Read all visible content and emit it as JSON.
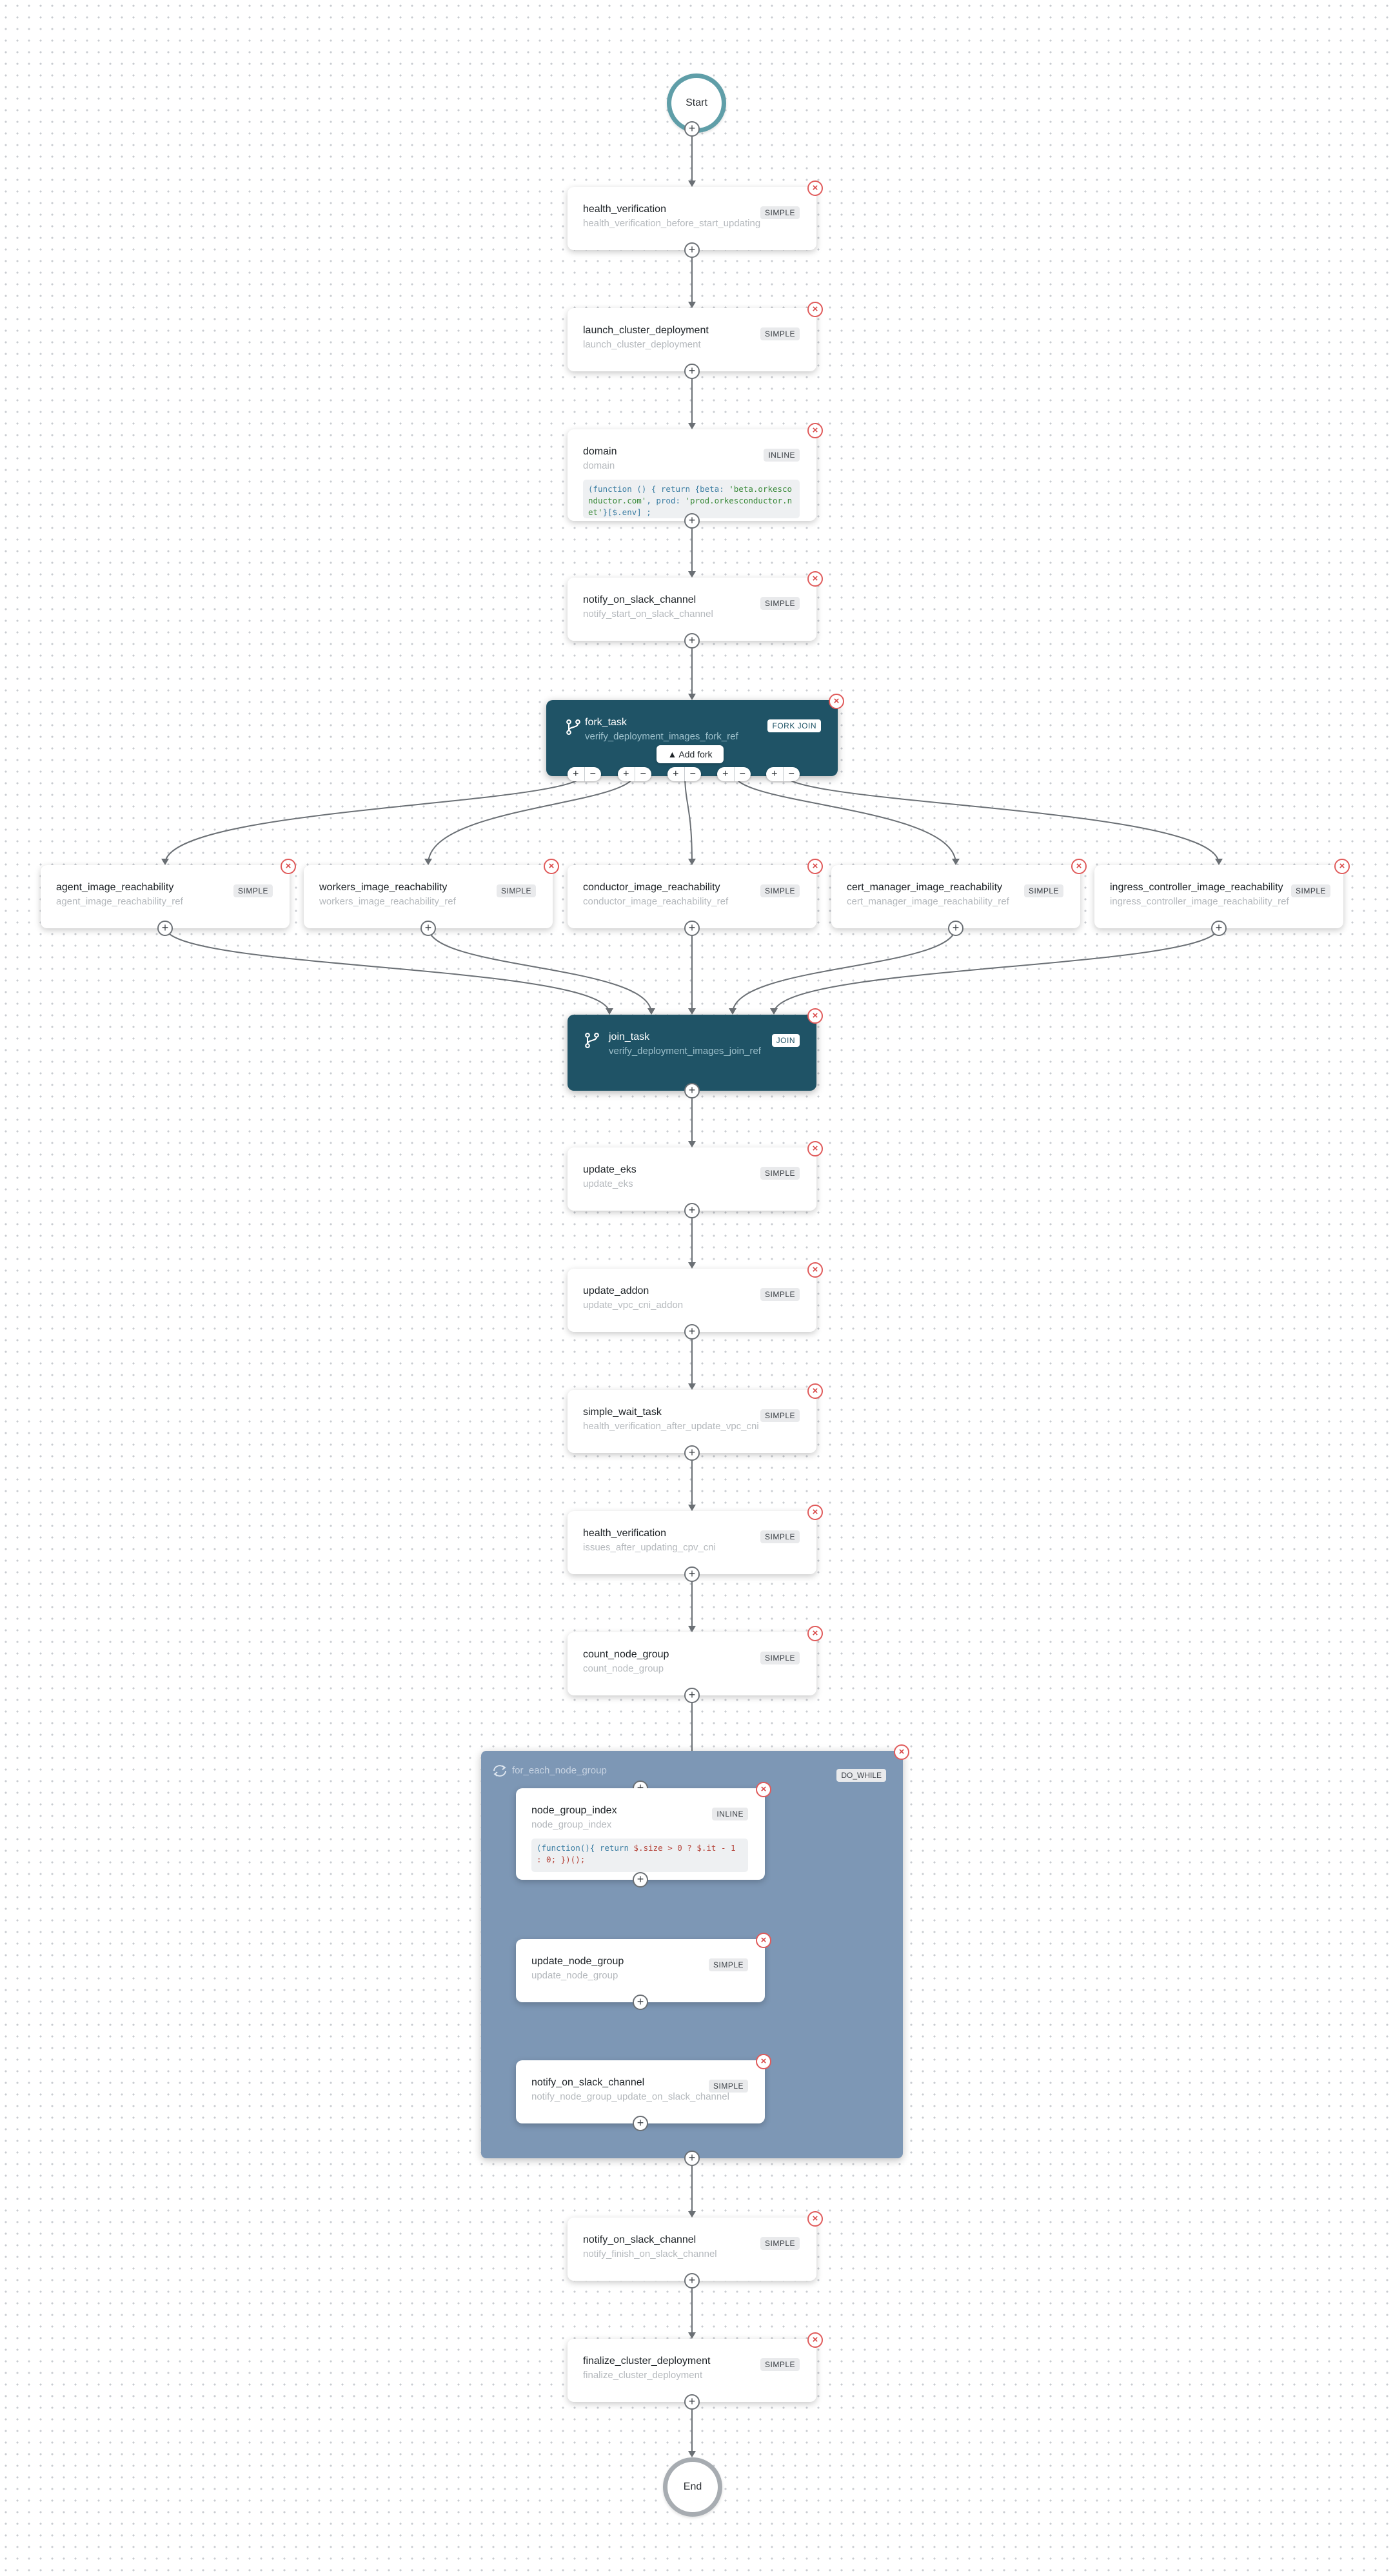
{
  "start_label": "Start",
  "end_label": "End",
  "tasks": {
    "health1": {
      "name": "health_verification",
      "ref": "health_verification_before_start_updating",
      "type": "SIMPLE"
    },
    "launch": {
      "name": "launch_cluster_deployment",
      "ref": "launch_cluster_deployment",
      "type": "SIMPLE"
    },
    "domain": {
      "name": "domain",
      "ref": "domain",
      "type": "INLINE",
      "code_1": "(function () { return {beta: ",
      "code_2": "'beta.orkesconductor.com'",
      "code_3": ", prod: ",
      "code_4": "'prod.orkesconductor.net'",
      "code_5": "}[$.env] ;"
    },
    "notify_start": {
      "name": "notify_on_slack_channel",
      "ref": "notify_start_on_slack_channel",
      "type": "SIMPLE"
    },
    "fork": {
      "name": "fork_task",
      "ref": "verify_deployment_images_fork_ref",
      "type": "FORK JOIN",
      "add_fork": "Add fork"
    },
    "agent": {
      "name": "agent_image_reachability",
      "ref": "agent_image_reachability_ref",
      "type": "SIMPLE"
    },
    "workers": {
      "name": "workers_image_reachability",
      "ref": "workers_image_reachability_ref",
      "type": "SIMPLE"
    },
    "conductor": {
      "name": "conductor_image_reachability",
      "ref": "conductor_image_reachability_ref",
      "type": "SIMPLE"
    },
    "certmgr": {
      "name": "cert_manager_image_reachability",
      "ref": "cert_manager_image_reachability_ref",
      "type": "SIMPLE"
    },
    "ingress": {
      "name": "ingress_controller_image_reachability",
      "ref": "ingress_controller_image_reachability_ref",
      "type": "SIMPLE"
    },
    "join": {
      "name": "join_task",
      "ref": "verify_deployment_images_join_ref",
      "type": "JOIN"
    },
    "update_eks": {
      "name": "update_eks",
      "ref": "update_eks",
      "type": "SIMPLE"
    },
    "update_addon": {
      "name": "update_addon",
      "ref": "update_vpc_cni_addon",
      "type": "SIMPLE"
    },
    "wait": {
      "name": "simple_wait_task",
      "ref": "health_verification_after_update_vpc_cni",
      "type": "SIMPLE"
    },
    "health2": {
      "name": "health_verification",
      "ref": "issues_after_updating_cpv_cni",
      "type": "SIMPLE"
    },
    "count": {
      "name": "count_node_group",
      "ref": "count_node_group",
      "type": "SIMPLE"
    },
    "loop": {
      "name": "for_each_node_group",
      "type": "DO_WHILE"
    },
    "ngi": {
      "name": "node_group_index",
      "ref": "node_group_index",
      "type": "INLINE",
      "code_1": "(function(){ return ",
      "code_2": "$.size > 0 ? $.it - 1 : 0; })();"
    },
    "update_ng": {
      "name": "update_node_group",
      "ref": "update_node_group",
      "type": "SIMPLE"
    },
    "notify_ng": {
      "name": "notify_on_slack_channel",
      "ref": "notify_node_group_update_on_slack_channel",
      "type": "SIMPLE"
    },
    "notify_finish": {
      "name": "notify_on_slack_channel",
      "ref": "notify_finish_on_slack_channel",
      "type": "SIMPLE"
    },
    "finalize": {
      "name": "finalize_cluster_deployment",
      "ref": "finalize_cluster_deployment",
      "type": "SIMPLE"
    }
  },
  "icons": {
    "delete": "close-icon",
    "add": "plus-icon",
    "fork": "fork-icon",
    "loop": "loop-icon"
  },
  "colors": {
    "dark_node": "#1f5366",
    "loop_bg": "#7d97b5",
    "start_ring": "#5f9ea8",
    "delete_red": "#e05a5a"
  }
}
